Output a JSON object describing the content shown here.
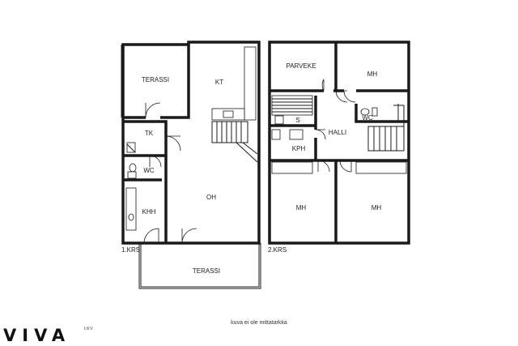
{
  "floors": [
    {
      "label": "1.KRS",
      "rooms": [
        "TERASSI",
        "KT",
        "TK",
        "WC",
        "KHH",
        "OH",
        "TERASSI"
      ]
    },
    {
      "label": "2.KRS",
      "rooms": [
        "PARVEKE",
        "MH",
        "S",
        "WC",
        "HALLI",
        "KPH",
        "MH",
        "MH"
      ]
    }
  ],
  "note": "kuva ei ole mittatarkka",
  "brand": {
    "name": "VIVA",
    "suffix": "LKV"
  }
}
